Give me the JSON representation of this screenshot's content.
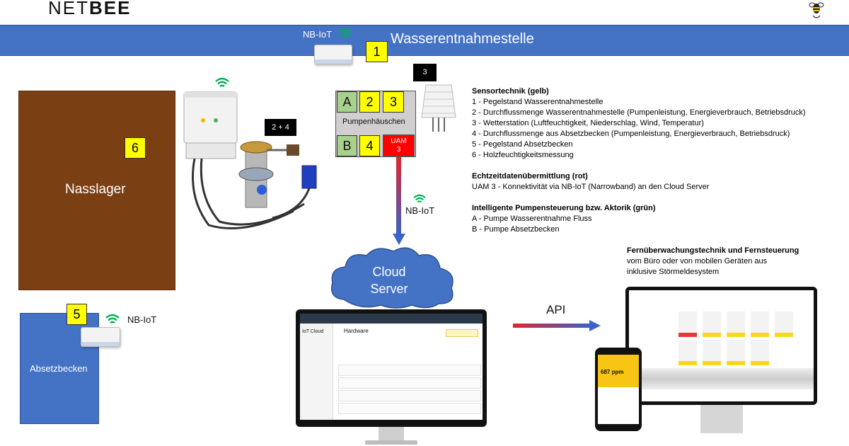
{
  "logo": {
    "prefix": "NET",
    "suffix": "BEE"
  },
  "banner": {
    "title": "Wasserentnahmestelle",
    "nbiot_label": "NB-IoT",
    "marker": "1"
  },
  "labels": {
    "nasslager": "Nasslager",
    "absetzbecken": "Absetzbecken",
    "pumpenhaeuschen": "Pumpenhäuschen",
    "uam_line1": "UAM",
    "uam_line2": "3",
    "nbiot_mid": "NB-IoT",
    "nbiot_absetz": "NB-IoT",
    "cloud_line1": "Cloud",
    "cloud_line2": "Server",
    "api": "API"
  },
  "markers": {
    "a": "A",
    "b": "B",
    "m2": "2",
    "m3": "3",
    "m4": "4",
    "m5": "5",
    "m6": "6",
    "black_3": "3",
    "black_24": "2 + 4"
  },
  "sensor_section": {
    "heading": "Sensortechnik (gelb)",
    "items": [
      "1 - Pegelstand Wasserentnahmestelle",
      "2 - Durchflussmenge Wasserentnahmestelle (Pumpenleistung, Energieverbrauch, Betriebsdruck)",
      "3 - Wetterstation (Luftfeuchtigkeit,  Niederschlag, Wind, Temperatur)",
      "4 - Durchflussmenge aus Absetzbecken  (Pumpenleistung, Energieverbrauch, Betriebsdruck)",
      "5 - Pegelstand Absetzbecken",
      "6 - Holzfeuchtigkeitsmessung"
    ]
  },
  "realtime_section": {
    "heading": "Echtzeitdatenübermittlung (rot)",
    "items": [
      "UAM 3 - Konnektivität via NB-IoT (Narrowband) an den Cloud Server"
    ]
  },
  "pump_section": {
    "heading": "Intelligente Pumpensteuerung bzw. Aktorik (grün)",
    "items": [
      "A - Pumpe Wasserentnahme Fluss",
      "B - Pumpe Absetzbecken"
    ]
  },
  "remote_section": {
    "heading": "Fernüberwachungstechnik und Fernsteuerung",
    "line1": "vom Büro oder von mobilen Geräten aus",
    "line2": "inklusive Störmeldesystem"
  },
  "screens": {
    "iot_cloud_title": "IoT Cloud",
    "hardware_title": "Hardware",
    "phone_value": "687 ppm"
  },
  "colors": {
    "banner": "#4472c4",
    "nasslager": "#7b3f14",
    "sensor_yellow": "#ffff00",
    "actuator_green": "#a9d18e",
    "uam_red": "#ff0000",
    "wifi_green": "#00b050"
  }
}
